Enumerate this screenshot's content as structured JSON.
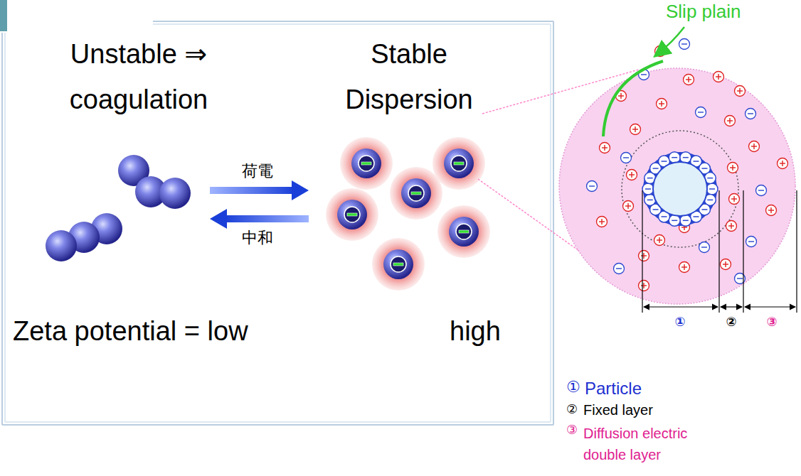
{
  "diagram": {
    "labels": [
      "Unstable ⇒ coagulation",
      "Stable Dispersion",
      "荷電",
      "中和",
      "Zeta potential = low",
      "high",
      "Slip plain",
      "①",
      "②",
      "③",
      "①",
      "Particle",
      "②",
      "Fixed layer",
      "③",
      "Diffusion electric double layer"
    ]
  }
}
